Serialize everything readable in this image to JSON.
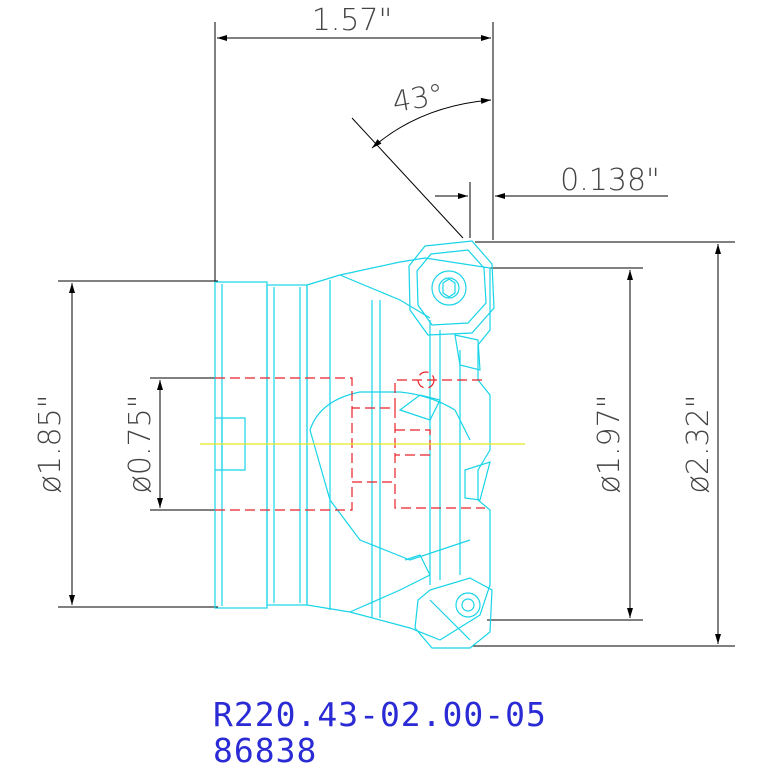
{
  "dimensions": {
    "overall_length": "1.57\"",
    "lead_angle": "43°",
    "offset": "0.138\"",
    "shank_diameter": "ø1.85\"",
    "bore_diameter": "ø0.75\"",
    "cutting_diameter": "ø1.97\"",
    "max_diameter": "ø2.32\""
  },
  "part": {
    "designation": "R220.43-02.00-05",
    "number": "86838"
  },
  "colors": {
    "outline": "#18d4e8",
    "hidden": "#e8222a",
    "centerline": "#e8e820",
    "dimension": "#000000",
    "label": "#2b2bd6"
  }
}
